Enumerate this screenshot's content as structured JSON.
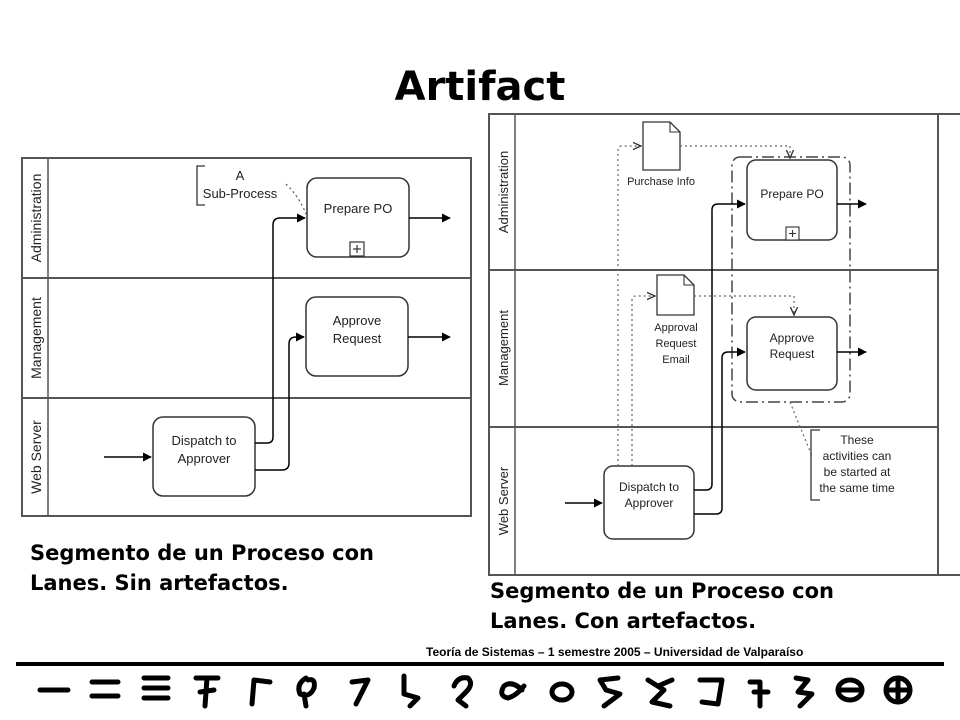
{
  "title": "Artifact",
  "left_diagram": {
    "lanes": [
      "Administration",
      "Management",
      "Web Server"
    ],
    "annotation": [
      "A",
      "Sub-Process"
    ],
    "tasks": {
      "prepare_po": [
        "Prepare PO"
      ],
      "approve_request": [
        "Approve",
        "Request"
      ],
      "dispatch": [
        "Dispatch to",
        "Approver"
      ]
    }
  },
  "right_diagram": {
    "lanes": [
      "Administration",
      "Management",
      "Web Server"
    ],
    "artifacts": {
      "purchase_info": [
        "Purchase Info"
      ],
      "approval_email": [
        "Approval",
        "Request",
        "Email"
      ]
    },
    "annotation": [
      "These",
      "activities can",
      "be started at",
      "the same time"
    ],
    "tasks": {
      "prepare_po": [
        "Prepare PO"
      ],
      "approve_request": [
        "Approve",
        "Request"
      ],
      "dispatch": [
        "Dispatch to",
        "Approver"
      ]
    }
  },
  "captions": {
    "left": [
      "Segmento de un Proceso con",
      "Lanes. Sin artefactos."
    ],
    "right": [
      "Segmento de un Proceso con",
      "Lanes. Con artefactos."
    ]
  },
  "footer": "Teoría de Sistemas – 1 semestre 2005 – Universidad de Valparaíso"
}
